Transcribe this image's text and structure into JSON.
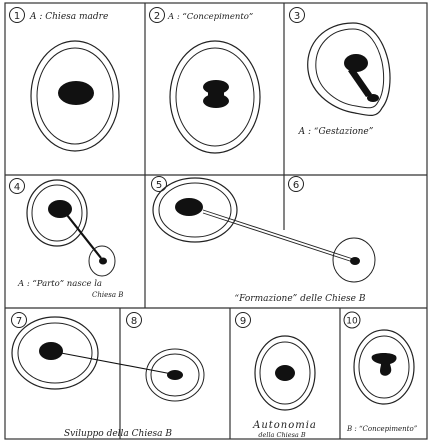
{
  "panels": [
    {
      "number": "1",
      "label": "A : Chiesa madre"
    },
    {
      "number": "2",
      "label": "A : “Concepimento”"
    },
    {
      "number": "3",
      "label": "A : “Gestazione”"
    },
    {
      "number": "4",
      "label_line1": "A : “Parto” nasce la",
      "label_line2": "Chiesa B"
    },
    {
      "number": "5"
    },
    {
      "number": "6"
    },
    {
      "number": "7"
    },
    {
      "number": "8"
    },
    {
      "number": "9"
    },
    {
      "number": "10",
      "label": "B : “Concepimento”"
    }
  ],
  "captions": {
    "formazione": "“Formazione” delle Chiese B",
    "sviluppo": "Sviluppo della Chiesa B",
    "autonomia": "Autonomia",
    "autonomia_sub": "della Chiesa B"
  }
}
